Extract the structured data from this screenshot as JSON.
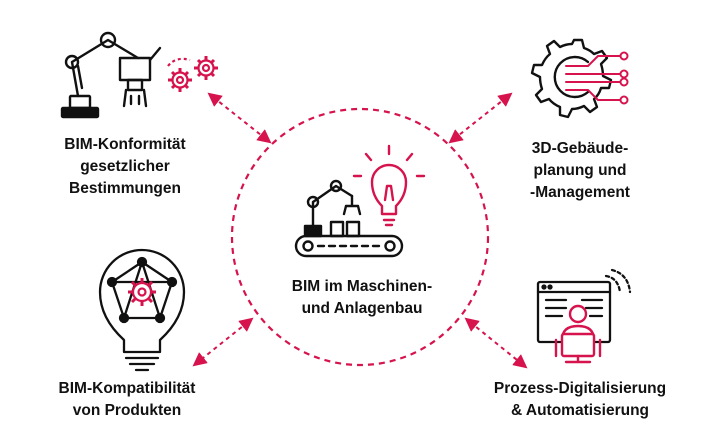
{
  "center": {
    "lines": [
      "BIM im Maschinen-",
      "und Anlagenbau"
    ],
    "icon": "robot-arm-conveyor-lightbulb-icon"
  },
  "nodes": {
    "top_left": {
      "lines": [
        "BIM-Konformität",
        "gesetzlicher",
        "Bestimmungen"
      ],
      "icon": "robot-arm-gears-icon"
    },
    "top_right": {
      "lines": [
        "3D-Gebäude-",
        "planung und",
        "-Management"
      ],
      "icon": "gear-circuit-icon"
    },
    "bottom_left": {
      "lines": [
        "BIM-Kompatibilität",
        "von Produkten"
      ],
      "icon": "network-lightbulb-icon"
    },
    "bottom_right": {
      "lines": [
        "Prozess-Digitalisierung",
        "& Automatisierung"
      ],
      "icon": "user-at-workstation-icon"
    }
  },
  "colors": {
    "accent": "#d6134d",
    "ink": "#111111"
  }
}
